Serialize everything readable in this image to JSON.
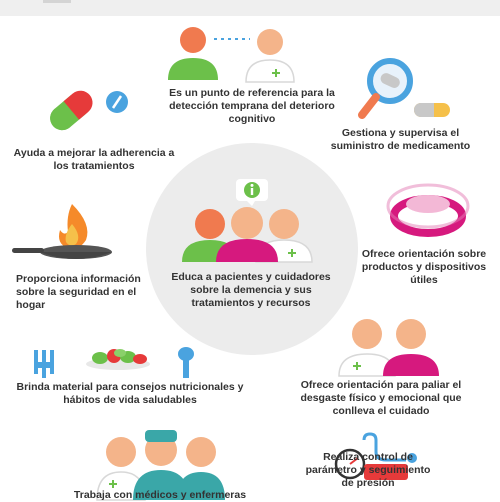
{
  "colors": {
    "orange": "#f07a4f",
    "green": "#6cc04a",
    "magenta": "#d6197e",
    "skin": "#f4b48a",
    "teal": "#3aa7a8",
    "red": "#e63a3a",
    "blue": "#4aa3df",
    "gray": "#ececec"
  },
  "icons": [
    "people-chat-icon",
    "pill-icon",
    "magnifier-pill-icon",
    "info-bubble-icon",
    "pan-fire-icon",
    "device-ring-icon",
    "food-plate-icon",
    "caregiver-pair-icon",
    "medical-team-icon",
    "blood-pressure-icon"
  ],
  "items": [
    {
      "text": "Es un punto de referencia para la detección temprana del deterioro cognitivo"
    },
    {
      "text": "Ayuda a mejorar la adherencia a los tratamientos"
    },
    {
      "text": "Gestiona y supervisa el suministro de medicamento"
    },
    {
      "text": "Proporciona información sobre la seguridad en el hogar"
    },
    {
      "text": "Educa a pacientes y cuidadores sobre la demencia y sus tratamientos y recursos"
    },
    {
      "text": "Ofrece orientación sobre productos y dispositivos útiles"
    },
    {
      "text": "Brinda material para consejos nutricionales y hábitos de vida saludables"
    },
    {
      "text": "Ofrece orientación para paliar el desgaste físico y emocional que conlleva el cuidado"
    },
    {
      "text": "Trabaja con médicos y enfermeras"
    },
    {
      "text": "Realiza control de parámetro y seguimiento de presión"
    }
  ]
}
